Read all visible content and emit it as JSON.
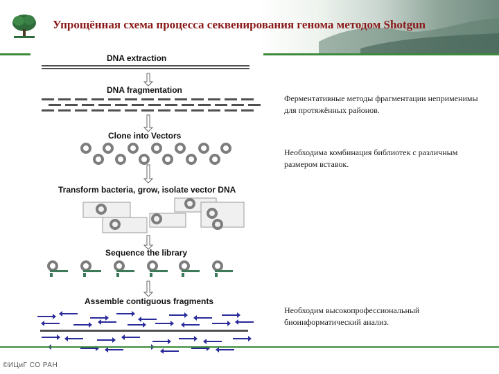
{
  "slide": {
    "title": "Упрощённая схема процесса секвенирования генома методом Shotgun",
    "footer": "©ИЦиГ СО РАН"
  },
  "diagram": {
    "steps": [
      {
        "label": "DNA extraction"
      },
      {
        "label": "DNA fragmentation"
      },
      {
        "label": "Clone into Vectors"
      },
      {
        "label": "Transform bacteria, grow, isolate vector DNA"
      },
      {
        "label": "Sequence the library"
      },
      {
        "label": "Assemble contiguous fragments"
      }
    ],
    "colors": {
      "dna": "#505050",
      "plasmid": "#7d7d7d",
      "read": "#3c7a5a",
      "fragment_arrow": "#2a2a9a"
    }
  },
  "notes": [
    {
      "text": "Ферментативные методы фрагментации неприменимы для протяжённых районов."
    },
    {
      "text": "Необходима комбинация библиотек с различным размером вставок."
    },
    {
      "text": "Необходим высокопрофессиональный биоинформатический анализ."
    }
  ],
  "icons": [
    "tree-logo-icon",
    "down-arrow-icon",
    "plasmid-icon"
  ]
}
